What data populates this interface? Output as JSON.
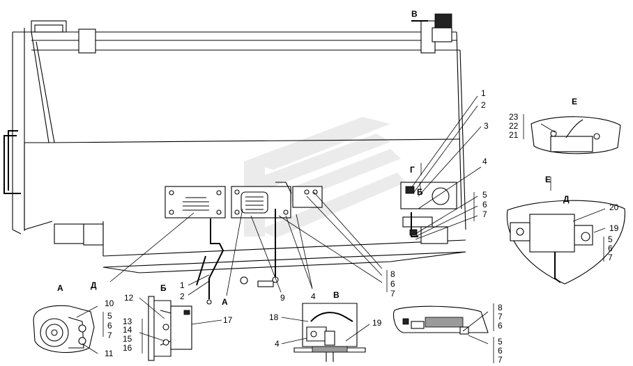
{
  "view_labels": {
    "v_top": "В",
    "e_header": "Е",
    "e_arrow": "Е",
    "d_header": "Д",
    "g_arrow": "Г",
    "b_arrow": "Б",
    "d_leader": "Д",
    "a_leader": "А",
    "a_header": "А",
    "b_header": "Б",
    "v_header": "В"
  },
  "callouts": {
    "c1_main": "1",
    "c2_main": "2",
    "c3_main": "3",
    "c4_right": "4",
    "c5_right": "5",
    "c6_right": "6",
    "c7_right": "7",
    "c1_bottom": "1",
    "c2_bottom": "2",
    "c9_bottom": "9",
    "c4_bottom": "4",
    "c8_bottom": "8",
    "c6_bottom": "6",
    "c7_bottom": "7",
    "c10_a": "10",
    "c11_a": "11",
    "c5_a": "5",
    "c6_a": "6",
    "c7_a": "7",
    "c12_b": "12",
    "c13_b": "13",
    "c14_b": "14",
    "c15_b": "15",
    "c16_b": "16",
    "c17_b": "17",
    "c18_v": "18",
    "c4_v": "4",
    "c19_v": "19",
    "c8_det": "8",
    "c7_det": "7",
    "c6_det": "6",
    "c5_det": "5",
    "c6_det2": "6",
    "c7_det2": "7",
    "c23_e": "23",
    "c22_e": "22",
    "c21_e": "21",
    "c20_d": "20",
    "c19_d": "19",
    "c5_d": "5",
    "c6_d": "6",
    "c7_d": "7"
  }
}
